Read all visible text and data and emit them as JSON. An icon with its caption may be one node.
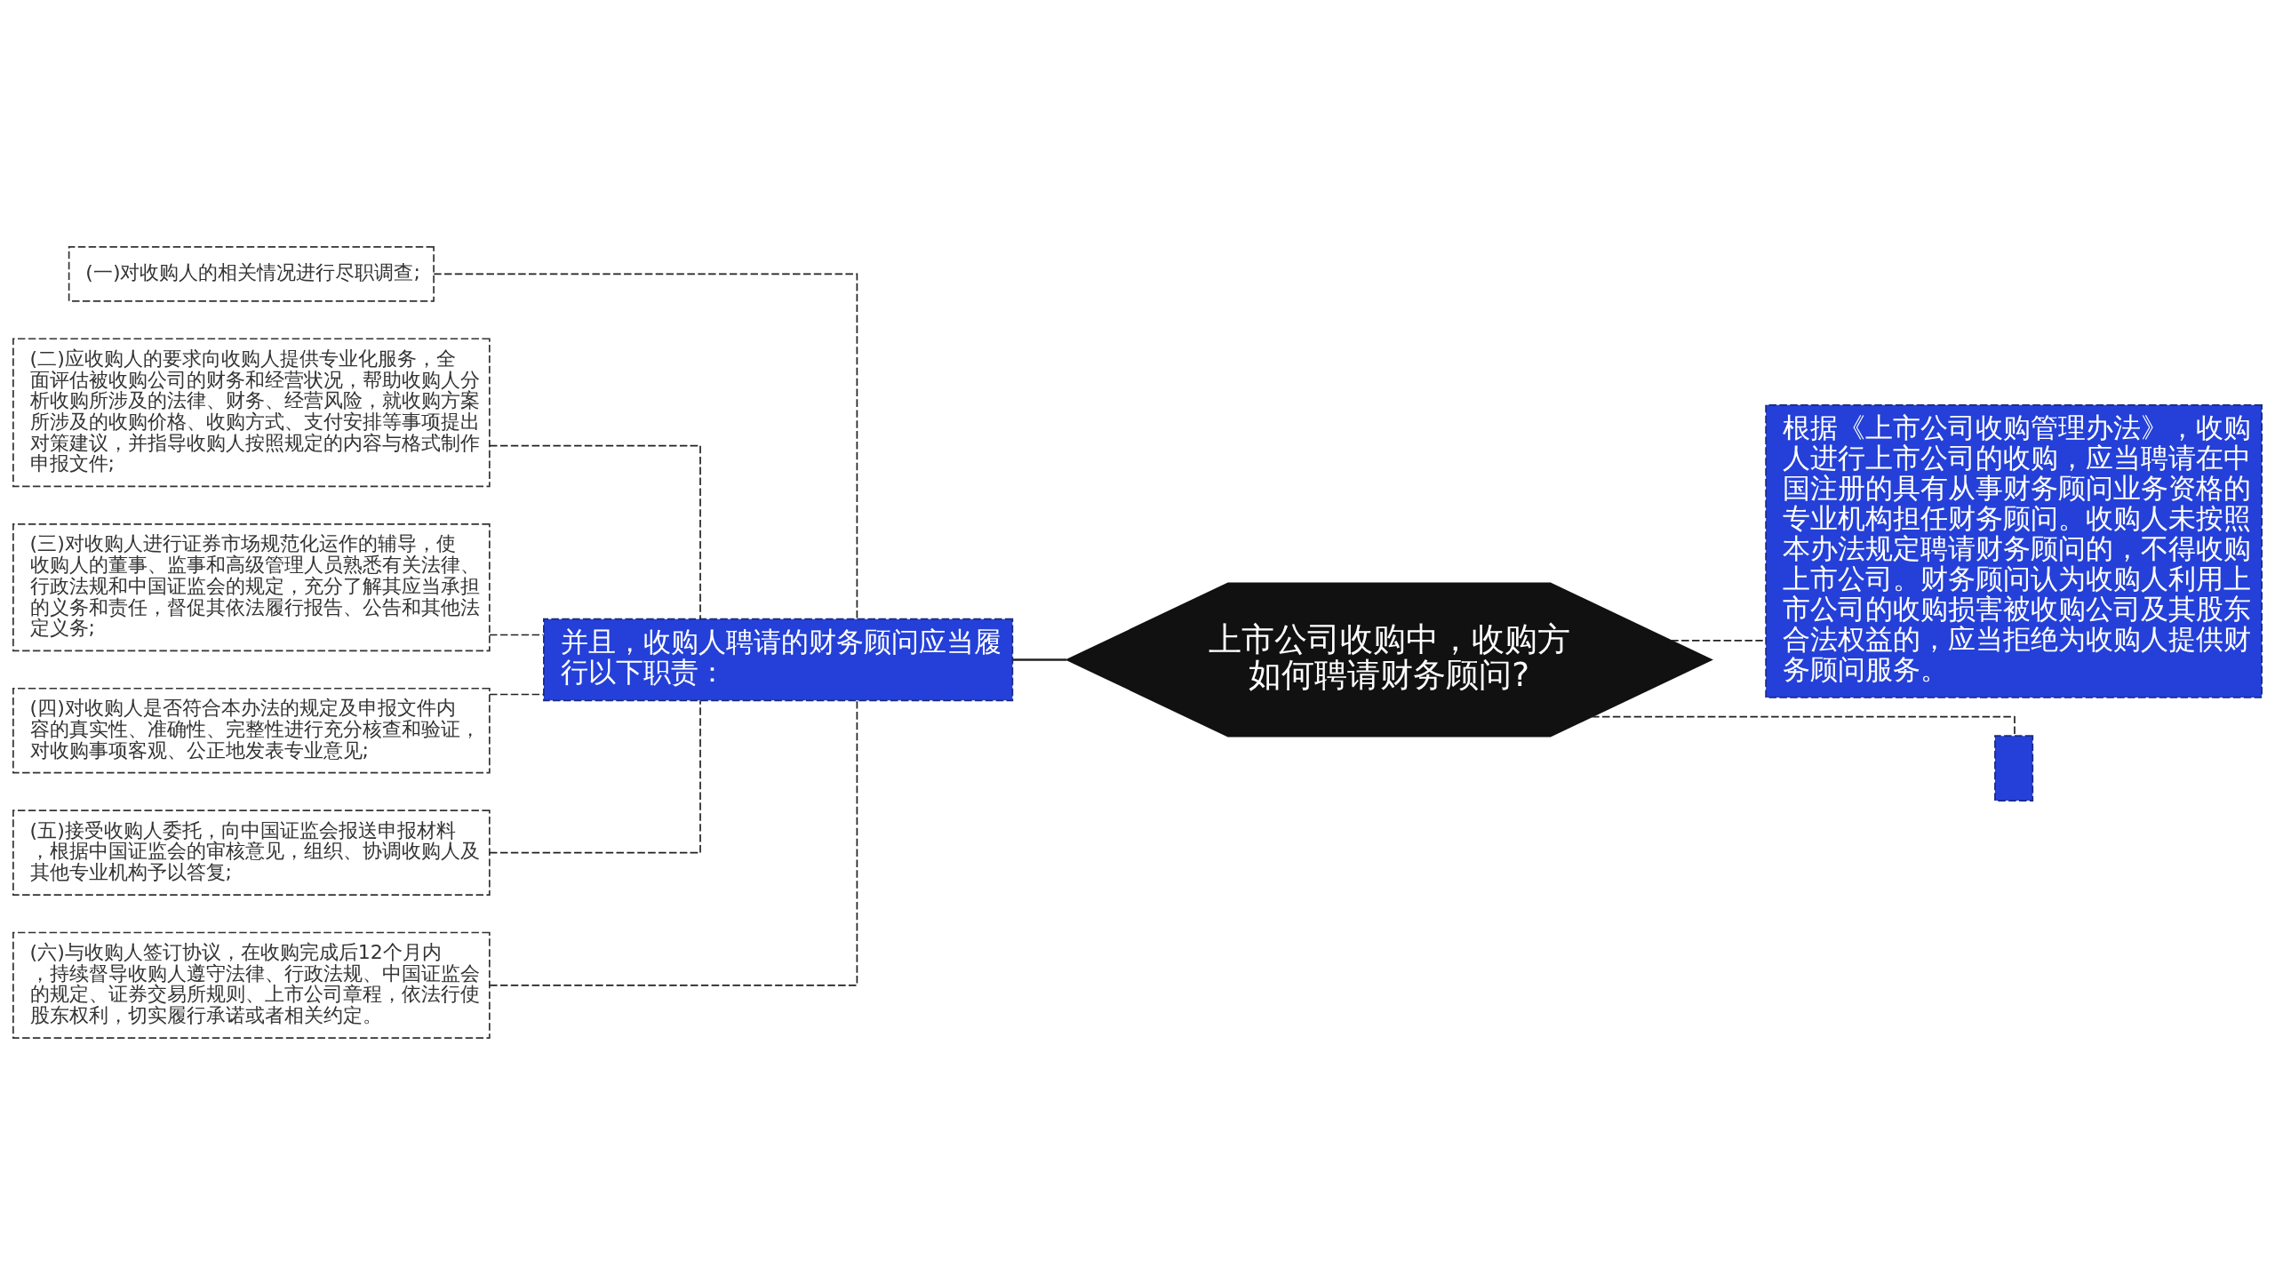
{
  "diagram": {
    "nodes": [
      {
        "text": [
          "上市公司收购中，收购方如何聘请财务顾问?"
        ]
      },
      {
        "text": [
          "并且，收购人聘请的财务顾问应当履行以下职责："
        ]
      },
      {
        "text": [
          "(一)对收购人的相关情况进行尽职调查;"
        ]
      },
      {
        "text": [
          "(二)应收购人的要求向收购人提供专业化服务，全面评估被收购公司的财务和经营状况，帮助收购人分析收购所涉及的法律、财务、经营风险，就收购方案所涉及的收购价格、收购方式、支付安排等事项提出对策建议，并指导收购人按照规定的内容与格式制作申报文件;"
        ]
      },
      {
        "text": [
          "(三)对收购人进行证券市场规范化运作的辅导，使收购人的董事、监事和高级管理人员熟悉有关法律、行政法规和中国证监会的规定，充分了解其应当承担的义务和责任，督促其依法履行报告、公告和其他法定义务;"
        ]
      },
      {
        "text": [
          "(四)对收购人是否符合本办法的规定及申报文件内容的真实性、准确性、完整性进行充分核查和验证，对收购事项客观、公正地发表专业意见;"
        ]
      },
      {
        "text": [
          "(五)接受收购人委托，向中国证监会报送申报材料，根据中国证监会的审核意见，组织、协调收购人及其他专业机构予以答复;"
        ]
      },
      {
        "text": [
          "(六)与收购人签订协议，在收购完成后12个月内，持续督导收购人遵守法律、行政法规、中国证监会的规定、证券交易所规则、上市公司章程，依法行使股东权利，切实履行承诺或者相关约定。"
        ]
      },
      {
        "text": [
          "根据《上市公司收购管理办法》，收购人进行上市公司的收购，应当聘请在中国注册的具有从事财务顾问业务资格的专业机构担任财务顾问。收购人未按照本办法规定聘请财务顾问的，不得收购上市公司。财务顾问认为收购人利用上市公司的收购损害被收购公司及其股东合法权益的，应当拒绝为收购人提供财务顾问服务。"
        ]
      },
      {
        "text": [],
        "shape": "box"
      }
    ],
    "edges": [
      {
        "from": 1,
        "to": 0,
        "arrow": "none"
      },
      {
        "from": 2,
        "to": 1,
        "arrow": "none",
        "style": "dashed"
      },
      {
        "from": 3,
        "to": 1,
        "arrow": "none",
        "style": "dashed"
      },
      {
        "from": 4,
        "to": 1,
        "arrow": "none",
        "style": "dashed"
      },
      {
        "from": 5,
        "to": 1,
        "arrow": "none",
        "style": "dashed"
      },
      {
        "from": 6,
        "to": 1,
        "arrow": "none",
        "style": "dashed"
      },
      {
        "from": 7,
        "to": 1,
        "arrow": "none",
        "style": "dashed"
      },
      {
        "from": 0,
        "to": 8,
        "arrow": "none",
        "style": "dashed"
      },
      {
        "from": 0,
        "to": 9,
        "arrow": "none",
        "style": "dashed"
      }
    ]
  }
}
